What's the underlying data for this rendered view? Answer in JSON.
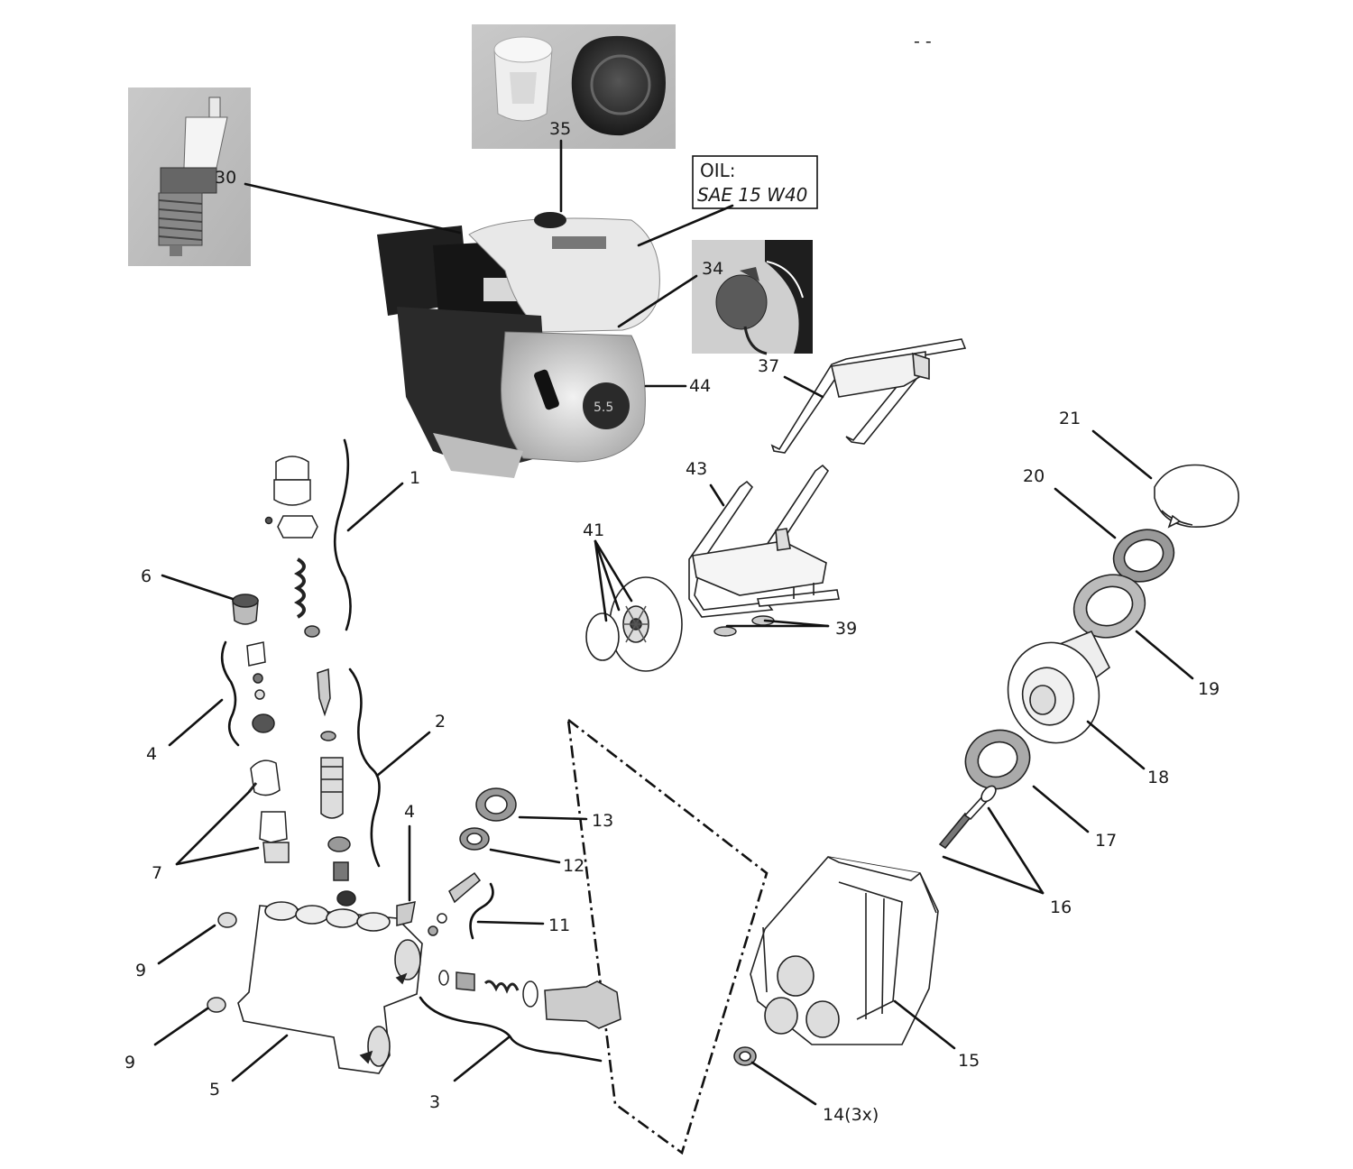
{
  "oil_label": {
    "line1": "OIL:",
    "line2": "SAE 15 W40"
  },
  "header_mark": "- -",
  "callouts": {
    "c1": "1",
    "c2": "2",
    "c3": "3",
    "c4a": "4",
    "c4b": "4",
    "c5": "5",
    "c6": "6",
    "c7": "7",
    "c9a": "9",
    "c9b": "9",
    "c11": "11",
    "c12": "12",
    "c13": "13",
    "c14": "14(3x)",
    "c15": "15",
    "c16": "16",
    "c17": "17",
    "c18": "18",
    "c19": "19",
    "c20": "20",
    "c21": "21",
    "c30": "30",
    "c34": "34",
    "c35": "35",
    "c37": "37",
    "c39": "39",
    "c41": "41",
    "c43": "43",
    "c44": "44"
  },
  "icons": {
    "spark_plug_photo": "spark-plug-icon",
    "fuel_cap_photo": "fuel-cap-icon",
    "oil_dipstick_photo": "oil-cap-icon",
    "engine_photo": "engine-icon"
  }
}
